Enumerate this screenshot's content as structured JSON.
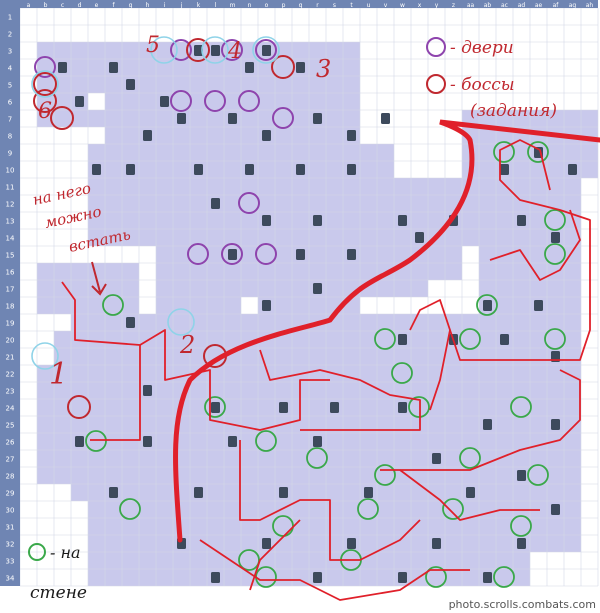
{
  "grid": {
    "columns": [
      "a",
      "b",
      "c",
      "d",
      "e",
      "f",
      "g",
      "h",
      "i",
      "j",
      "k",
      "l",
      "m",
      "n",
      "o",
      "p",
      "q",
      "r",
      "s",
      "t",
      "u",
      "v",
      "w",
      "x",
      "y",
      "z",
      "aa",
      "ab",
      "ac",
      "ad",
      "ae",
      "af",
      "ag",
      "ah"
    ],
    "rows": [
      "1",
      "2",
      "3",
      "4",
      "5",
      "6",
      "7",
      "8",
      "9",
      "10",
      "11",
      "12",
      "13",
      "14",
      "15",
      "16",
      "17",
      "18",
      "19",
      "20",
      "21",
      "22",
      "23",
      "24",
      "25",
      "26",
      "27",
      "28",
      "29",
      "30",
      "31",
      "32",
      "33",
      "34"
    ]
  },
  "legend": {
    "doors_text": "- двери",
    "bosses_text_1": "- боссы",
    "bosses_text_2": "(задания)",
    "wall_text_1": "- на",
    "wall_text_2": "стене"
  },
  "annotations": {
    "can_walk_1": "на него",
    "can_walk_2": "можно",
    "can_walk_3": "встать",
    "num_1": "1",
    "num_2": "2",
    "num_3": "3",
    "num_4": "4",
    "num_5": "5",
    "num_6": "6"
  },
  "watermark": "photo.scrolls.combats.com",
  "colors": {
    "floor": "#c9c9ec",
    "grid_line": "#d3d8e6",
    "header": "#6f85b3",
    "route": "#e0202a",
    "door_circle": "#8e44ad",
    "boss_circle": "#c0282f",
    "wall_circle": "#3aa84a",
    "number_circle": "#8fd3e8"
  }
}
